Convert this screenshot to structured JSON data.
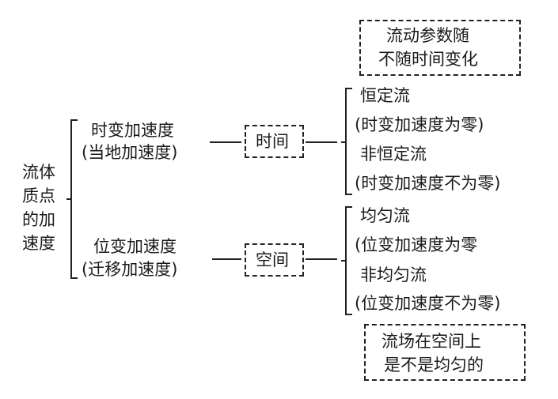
{
  "root": {
    "line1": "流体",
    "line2": "质点",
    "line3": "的加",
    "line4": "速度"
  },
  "local": {
    "title": "时变加速度",
    "alias": "(当地加速度)"
  },
  "convective": {
    "title": "位变加速度",
    "alias": "(迁移加速度)"
  },
  "time_box": "时间",
  "space_box": "空间",
  "time_note": {
    "line1": "流动参数随",
    "line2": "不随时间变化"
  },
  "space_note": {
    "line1": "流场在空间上",
    "line2": "是不是均匀的"
  },
  "steady": {
    "name": "恒定流",
    "desc": "(时变加速度为零)"
  },
  "unsteady": {
    "name": "非恒定流",
    "desc": "(时变加速度不为零)"
  },
  "uniform": {
    "name": "均匀流",
    "desc": "(位变加速度为零"
  },
  "nonuniform": {
    "name": "非均匀流",
    "desc": "(位变加速度不为零)"
  }
}
